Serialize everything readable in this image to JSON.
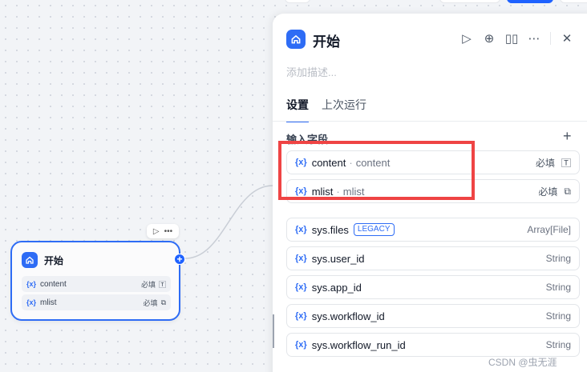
{
  "node": {
    "title": "开始",
    "fields": [
      {
        "var": "{x}",
        "name": "content",
        "required": "必填",
        "icon": "text-icon"
      },
      {
        "var": "{x}",
        "name": "mlist",
        "required": "必填",
        "icon": "copy-icon"
      }
    ]
  },
  "panel": {
    "title": "开始",
    "description_placeholder": "添加描述...",
    "tabs": [
      {
        "label": "设置",
        "active": true
      },
      {
        "label": "上次运行",
        "active": false
      }
    ],
    "section_title": "输入字段",
    "input_fields": [
      {
        "var": "{x}",
        "name": "content",
        "label": "content",
        "required": "必填",
        "icon": "text-icon"
      },
      {
        "var": "{x}",
        "name": "mlist",
        "label": "mlist",
        "required": "必填",
        "icon": "copy-icon"
      }
    ],
    "system_fields": [
      {
        "var": "{x}",
        "name": "sys.files",
        "badge": "LEGACY",
        "type": "Array[File]"
      },
      {
        "var": "{x}",
        "name": "sys.user_id",
        "badge": "",
        "type": "String"
      },
      {
        "var": "{x}",
        "name": "sys.app_id",
        "badge": "",
        "type": "String"
      },
      {
        "var": "{x}",
        "name": "sys.workflow_id",
        "badge": "",
        "type": "String"
      },
      {
        "var": "{x}",
        "name": "sys.workflow_run_id",
        "badge": "",
        "type": "String"
      }
    ]
  },
  "watermark": "CSDN @虫无涯",
  "colors": {
    "accent": "#2e6cf5",
    "highlight": "#ef4444"
  }
}
